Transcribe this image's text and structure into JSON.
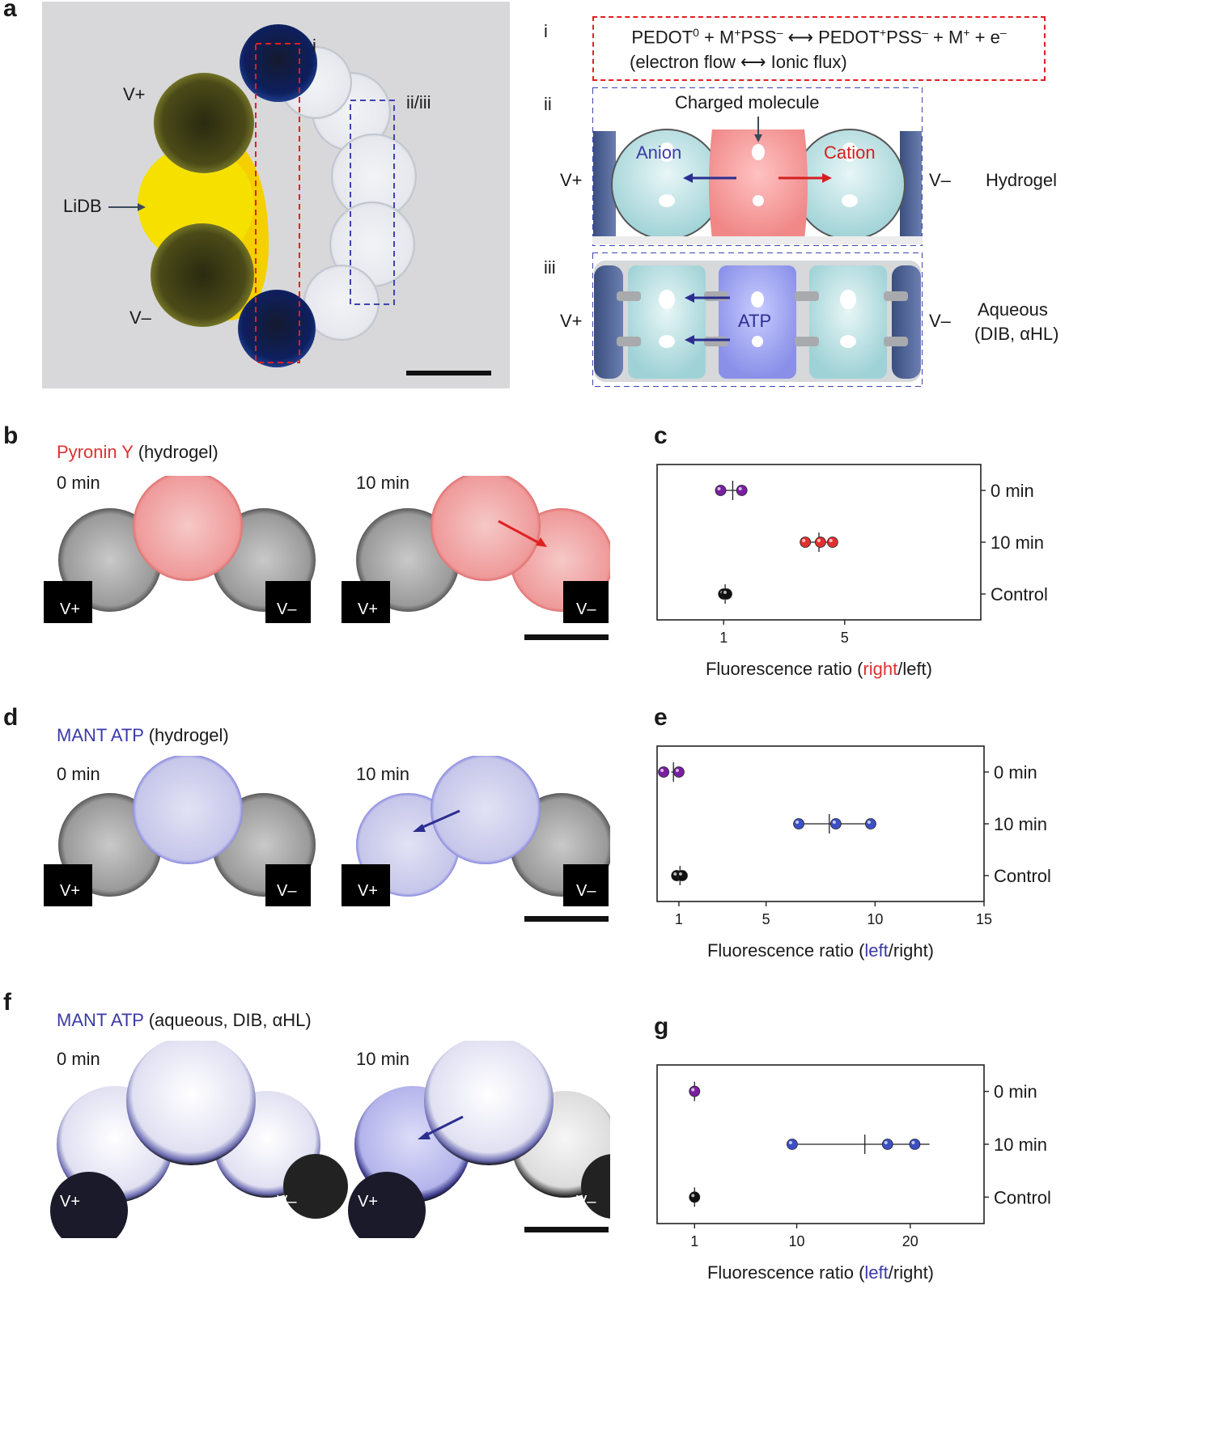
{
  "panel_labels": {
    "a": "a",
    "b": "b",
    "c": "c",
    "d": "d",
    "e": "e",
    "f": "f",
    "g": "g"
  },
  "panel_a": {
    "photo_labels": {
      "v_plus": "V+",
      "lidb": "LiDB",
      "v_minus": "V–",
      "box_i": "i",
      "box_ii_iii": "ii/iii"
    },
    "schematic": {
      "row_i_label": "i",
      "reaction_parts": {
        "p1": "PEDOT",
        "p1_sup": "0",
        "p2": " + M",
        "p2_sup": "+",
        "p3": "PSS",
        "p3_sup": "–",
        "arrow": " ⟷ ",
        "p4": "PEDOT",
        "p4_sup": "+",
        "p5": "PSS",
        "p5_sup": "–",
        "p6": " + M",
        "p6_sup": "+",
        "p7": " + e",
        "p7_sup": "–"
      },
      "reaction_note": "(electron flow ⟷ Ionic flux)",
      "row_ii_label": "ii",
      "charged_molecule": "Charged molecule",
      "anion": "Anion",
      "cation": "Cation",
      "v_plus": "V+",
      "v_minus": "V–",
      "hydrogel": "Hydrogel",
      "row_iii_label": "iii",
      "atp": "ATP",
      "aqueous_line1": "Aqueous",
      "aqueous_line2": "(DIB, αHL)"
    }
  },
  "panel_b": {
    "title_colored": "Pyronin Y",
    "title_rest": " (hydrogel)",
    "time0": "0 min",
    "time10": "10 min",
    "v_plus": "V+",
    "v_minus": "V–"
  },
  "panel_d": {
    "title_colored": "MANT ATP",
    "title_rest": " (hydrogel)",
    "time0": "0 min",
    "time10": "10 min",
    "v_plus": "V+",
    "v_minus": "V–"
  },
  "panel_f": {
    "title_colored": "MANT ATP",
    "title_rest": " (aqueous, DIB, αHL)",
    "time0": "0 min",
    "time10": "10 min",
    "v_plus": "V+",
    "v_minus": "V–"
  },
  "colors": {
    "red": "#e03030",
    "blue": "#3a3aa8",
    "purple": "#7a1fa2",
    "blue_point": "#3d4fc4",
    "black": "#111111"
  },
  "chart_data": [
    {
      "panel": "c",
      "type": "scatter",
      "categories": [
        "0 min",
        "10 min",
        "Control"
      ],
      "xlim": [
        -1.2,
        9.5
      ],
      "xticks": [
        1,
        5
      ],
      "xlabel_parts": [
        "Fluorescence ratio (",
        "right",
        "/left)"
      ],
      "series": [
        {
          "category": "0 min",
          "values": [
            0.9,
            1.6
          ],
          "mean": 1.3,
          "err": [
            1.05,
            1.6
          ],
          "color": "#7a1fa2"
        },
        {
          "category": "10 min",
          "values": [
            3.7,
            4.2,
            4.6
          ],
          "mean": 4.15,
          "err": [
            3.75,
            4.55
          ],
          "color": "#e03030"
        },
        {
          "category": "Control",
          "values": [
            1.0,
            1.1
          ],
          "mean": 1.05,
          "err": [
            0.95,
            1.15
          ],
          "color": "#111111"
        }
      ]
    },
    {
      "panel": "e",
      "type": "scatter",
      "categories": [
        "0 min",
        "10 min",
        "Control"
      ],
      "xlim": [
        0.0,
        15.0
      ],
      "xticks": [
        1,
        5,
        10,
        15
      ],
      "xlabel_parts": [
        "Fluorescence ratio (",
        "left",
        "/right)"
      ],
      "series": [
        {
          "category": "0 min",
          "values": [
            0.3,
            1.0
          ],
          "mean": 0.75,
          "err": [
            0.65,
            0.85
          ],
          "color": "#7a1fa2"
        },
        {
          "category": "10 min",
          "values": [
            6.5,
            8.2,
            9.8
          ],
          "mean": 7.9,
          "err": [
            6.5,
            9.8
          ],
          "color": "#3d4fc4"
        },
        {
          "category": "Control",
          "values": [
            0.9,
            1.15
          ],
          "mean": 1.05,
          "err": [
            0.95,
            1.15
          ],
          "color": "#111111"
        }
      ]
    },
    {
      "panel": "g",
      "type": "scatter",
      "categories": [
        "0 min",
        "10 min",
        "Control"
      ],
      "xlim": [
        -2.3,
        26.5
      ],
      "xticks": [
        1,
        10,
        20
      ],
      "xlabel_parts": [
        "Fluorescence ratio (",
        "left",
        "/right)"
      ],
      "series": [
        {
          "category": "0 min",
          "values": [
            1.0
          ],
          "mean": 1.0,
          "err": [
            0.9,
            1.1
          ],
          "color": "#7a1fa2"
        },
        {
          "category": "10 min",
          "values": [
            9.6,
            18.0,
            20.4
          ],
          "mean": 16.0,
          "err": [
            10.1,
            21.7
          ],
          "color": "#3d4fc4"
        },
        {
          "category": "Control",
          "values": [
            1.0
          ],
          "mean": 1.0,
          "err": [
            0.9,
            1.1
          ],
          "color": "#111111"
        }
      ]
    }
  ]
}
